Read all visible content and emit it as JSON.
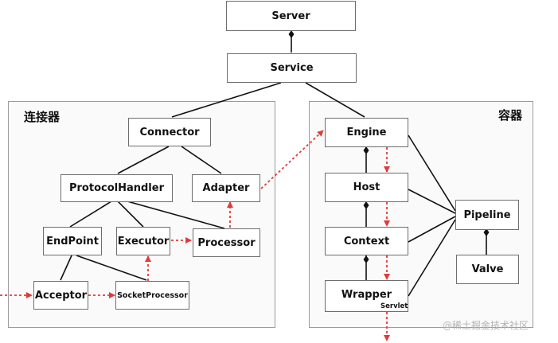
{
  "panels": {
    "connector_title": "连接器",
    "container_title": "容器"
  },
  "nodes": {
    "server": "Server",
    "service": "Service",
    "connector": "Connector",
    "protocol_handler": "ProtocolHandler",
    "adapter": "Adapter",
    "endpoint": "EndPoint",
    "executor": "Executor",
    "processor": "Processor",
    "acceptor": "Acceptor",
    "socket_processor": "SocketProcessor",
    "engine": "Engine",
    "host": "Host",
    "context": "Context",
    "wrapper": "Wrapper",
    "wrapper_sub": "Servlet",
    "pipeline": "Pipeline",
    "valve": "Valve"
  },
  "watermark": "@稀土掘金技术社区",
  "colors": {
    "arrow": "#e03a3a",
    "line": "#111111",
    "border": "#6e6e6e"
  }
}
